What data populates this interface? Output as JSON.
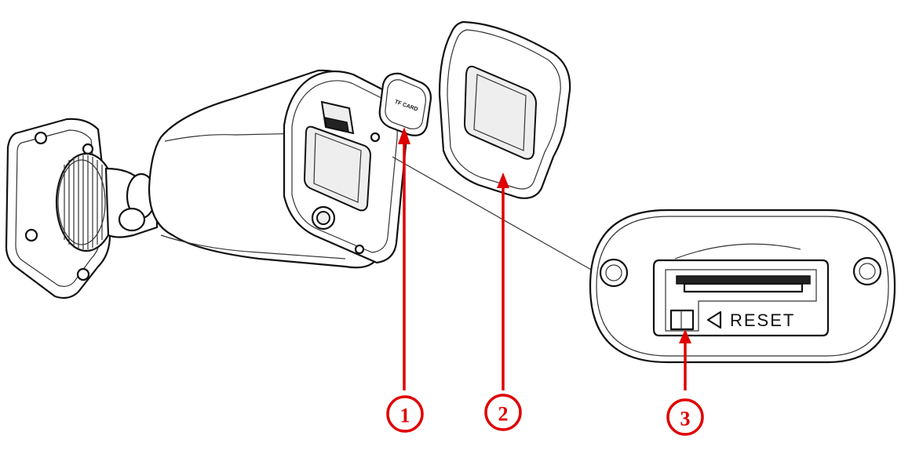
{
  "callouts": [
    {
      "number": "1"
    },
    {
      "number": "2"
    },
    {
      "number": "3"
    }
  ],
  "labels": {
    "reset": "RESET",
    "cap": "TF CARD"
  },
  "colors": {
    "callout": "#e00000",
    "line": "#111111"
  }
}
